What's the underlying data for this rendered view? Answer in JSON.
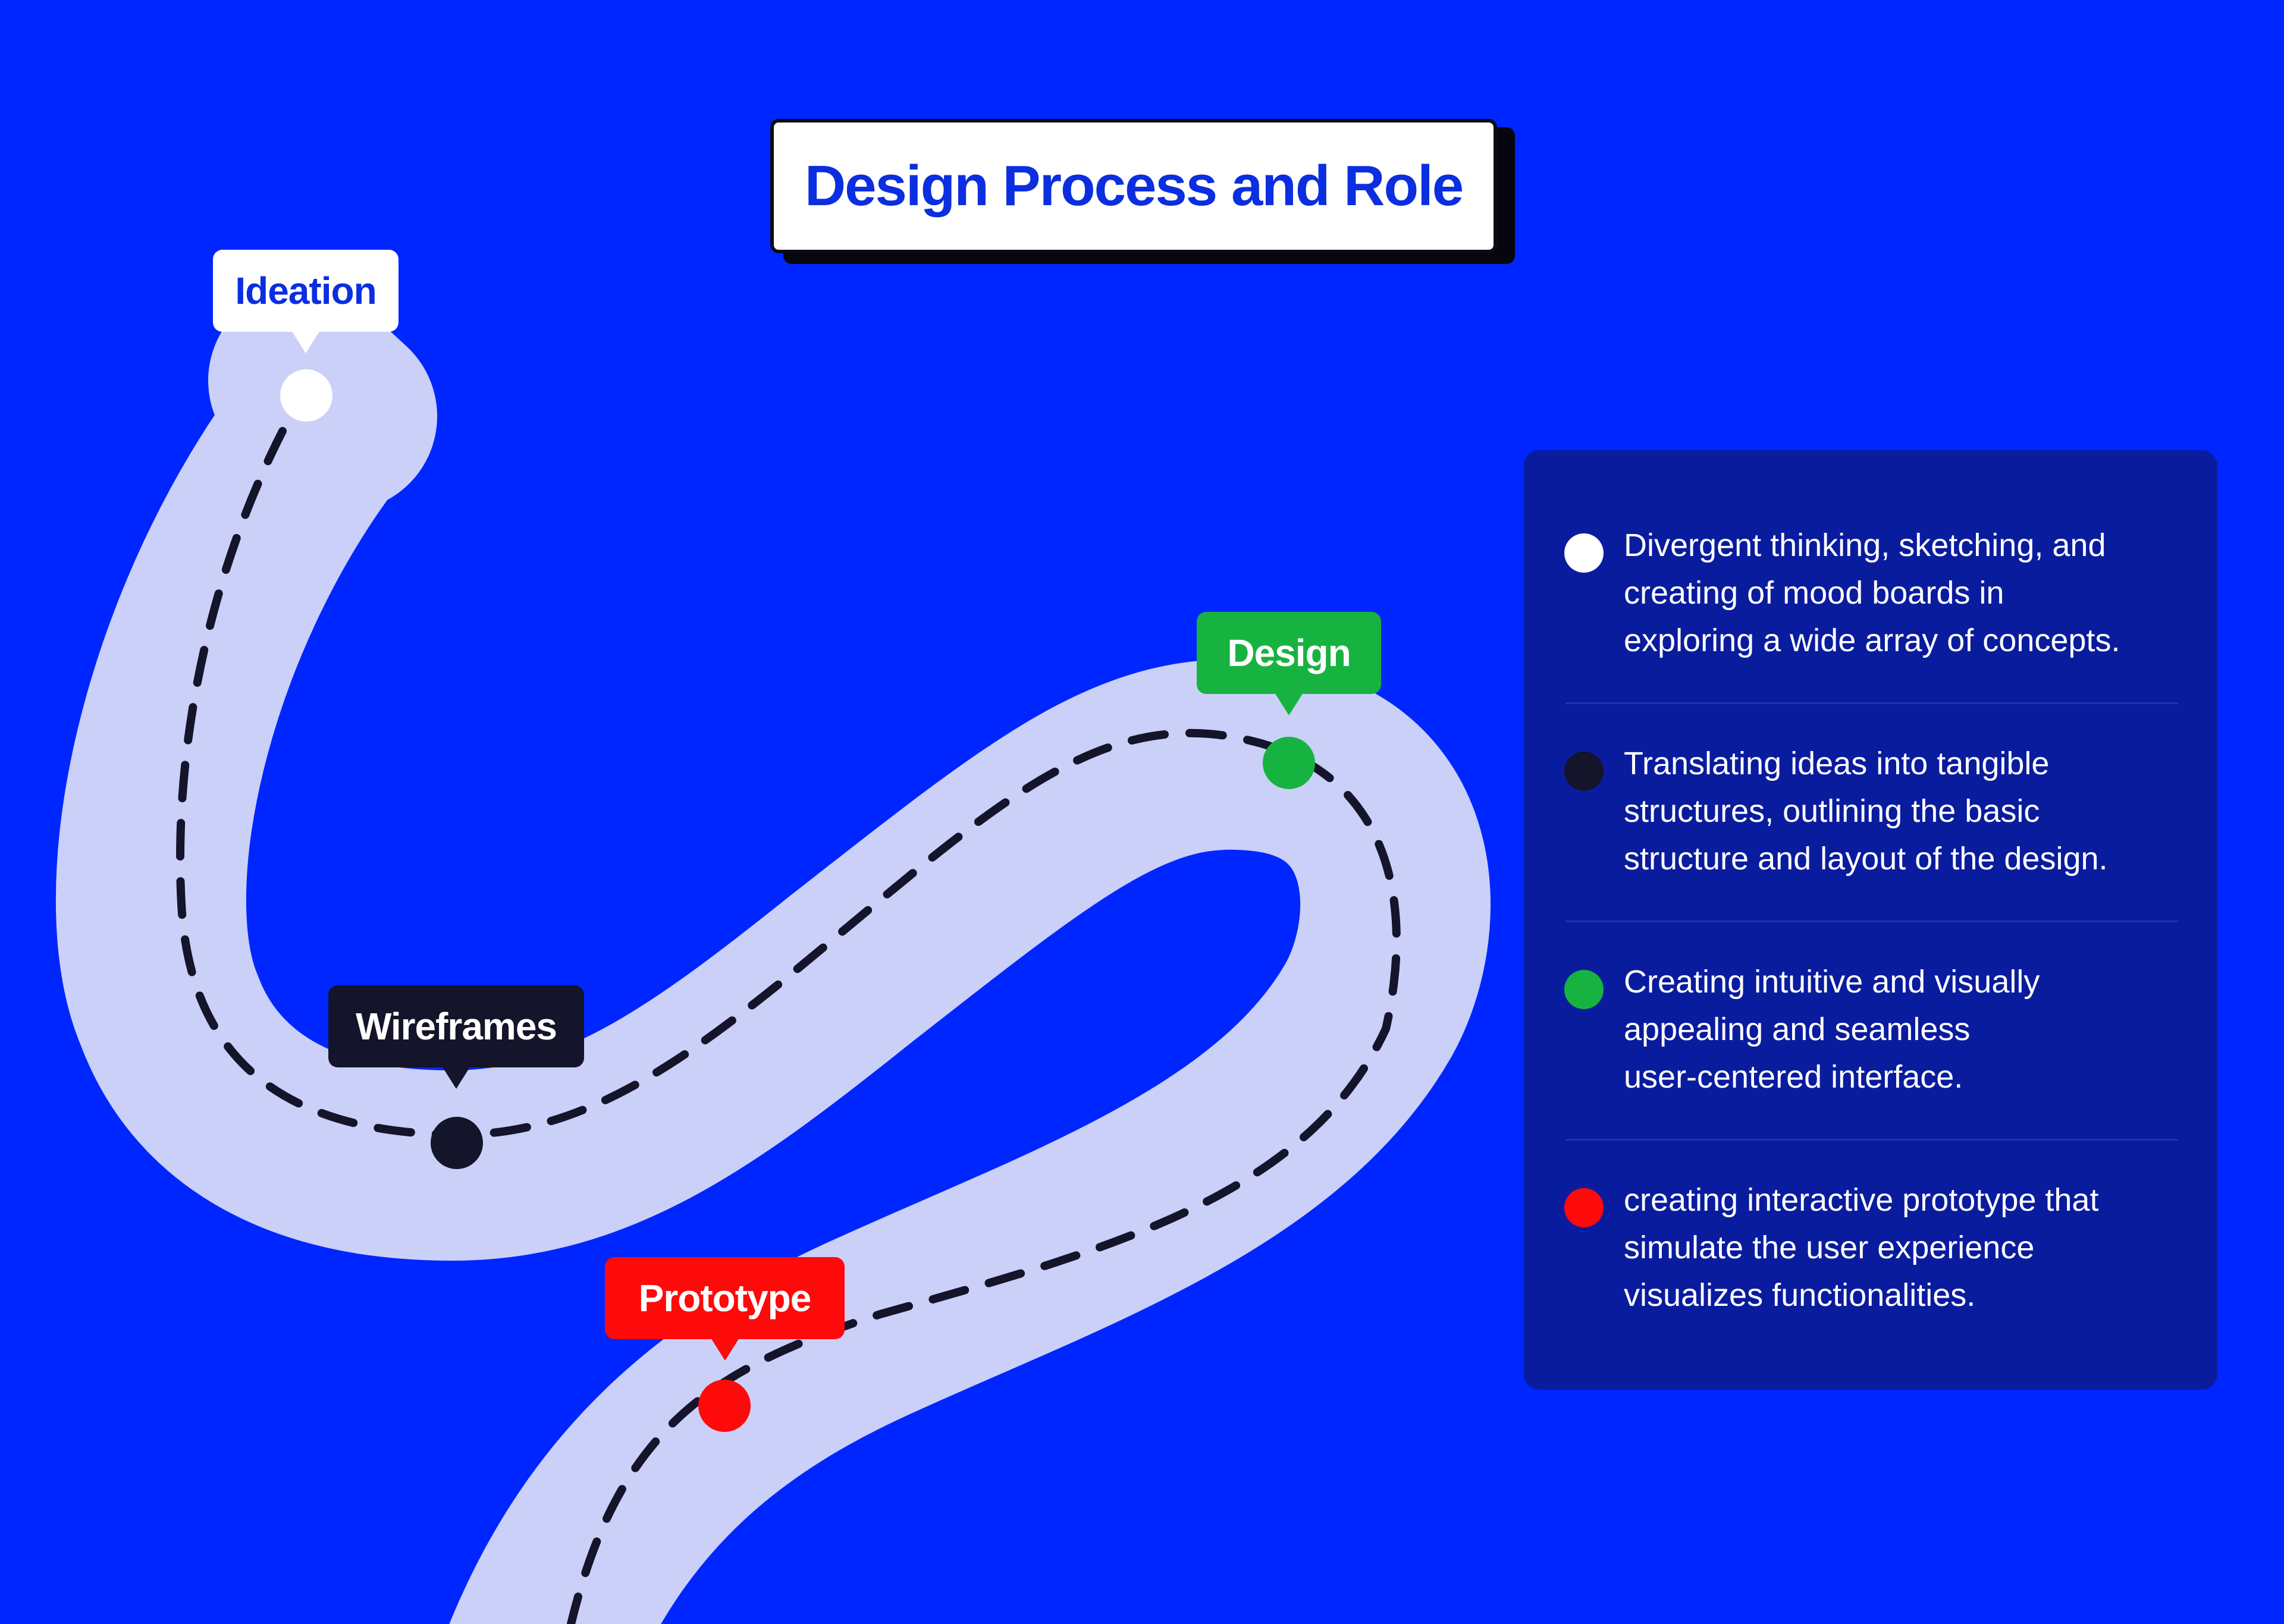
{
  "title": "Design Process and Role",
  "colors": {
    "background": "#0026FF",
    "road": "#CAD0F8",
    "dash": "#14142A",
    "panel": "#0A1C9E",
    "title_text": "#0B2EE0",
    "ideation": "#FFFFFF",
    "wireframes": "#14142A",
    "design": "#17B340",
    "prototype": "#FF0A0A"
  },
  "stages": [
    {
      "label": "Ideation",
      "color": "#FFFFFF",
      "text_color": "#0B2EE0"
    },
    {
      "label": "Wireframes",
      "color": "#14142A",
      "text_color": "#FFFFFF"
    },
    {
      "label": "Design",
      "color": "#17B340",
      "text_color": "#FFFFFF"
    },
    {
      "label": "Prototype",
      "color": "#FF0A0A",
      "text_color": "#FFFFFF"
    }
  ],
  "legend": [
    {
      "color": "#FFFFFF",
      "text": "Divergent thinking, sketching, and\ncreating of mood boards  in\nexploring a wide array of concepts."
    },
    {
      "color": "#14142A",
      "text": " Translating ideas into tangible\nstructures, outlining the basic\nstructure and layout of the design."
    },
    {
      "color": "#17B340",
      "text": "Creating intuitive and visually\nappealing and seamless\nuser-centered interface."
    },
    {
      "color": "#FF0A0A",
      "text": "creating interactive prototype that\nsimulate the user experience\nvisualizes functionalities."
    }
  ]
}
